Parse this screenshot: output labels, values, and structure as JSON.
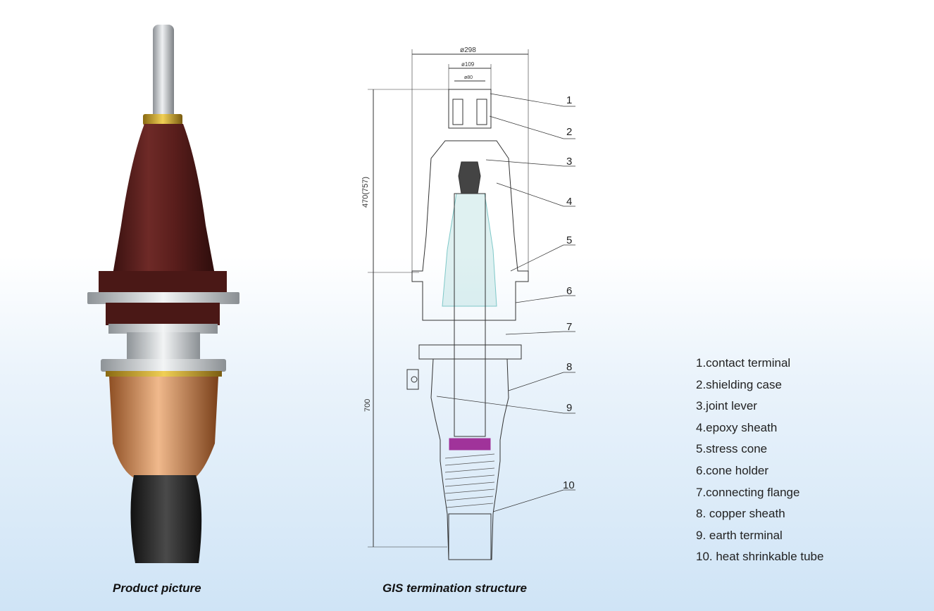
{
  "captions": {
    "product": "Product picture",
    "structure": "GIS termination structure"
  },
  "dimensions": {
    "d_top": "ø298",
    "d_mid": "ø109",
    "d_inner": "ø80",
    "height_upper": "470(757)",
    "height_lower": "700"
  },
  "callouts": [
    "1",
    "2",
    "3",
    "4",
    "5",
    "6",
    "7",
    "8",
    "9",
    "10"
  ],
  "legend": [
    "1.contact terminal",
    "2.shielding case",
    "3.joint lever",
    "4.epoxy sheath",
    "5.stress cone",
    "6.cone holder",
    "7.connecting flange",
    "8. copper sheath",
    "9. earth terminal",
    "10. heat shrinkable tube"
  ],
  "colors": {
    "insulator": "#5a1e1c",
    "brass_ring": "#c9a227",
    "copper": "#c98752",
    "cable": "#2a2a2a",
    "aluminium": "#c8ccd0",
    "hatch": "#7fc8c8",
    "heat_band": "#a0339a"
  }
}
